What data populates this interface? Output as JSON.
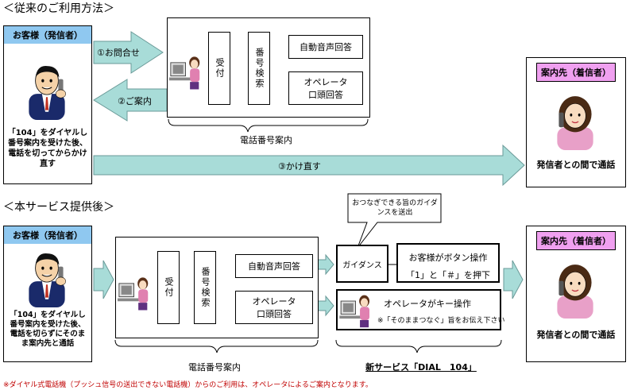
{
  "section1": {
    "title": "＜従来のご利用方法＞",
    "caller_header": "お客様（発信者）",
    "caller_text": "「104」をダイヤルし番号案内を受けた後、電話を切ってからかけ直す",
    "arrow1": "①お問合せ",
    "arrow2": "②ご案内",
    "arrow3": "③かけ直す",
    "reception": "受付",
    "search": "番号検索",
    "auto_voice": "自動音声回答",
    "operator": "オペレータ口頭回答",
    "center_caption": "電話番号案内",
    "dest_header": "案内先（着信者）",
    "dest_text": "発信者との間で通話"
  },
  "section2": {
    "title": "＜本サービス提供後＞",
    "caller_header": "お客様（発信者）",
    "caller_text": "「104」をダイヤルし番号案内を受けた後、電話を切らずにそのまま案内先と通話",
    "reception": "受付",
    "search": "番号検索",
    "auto_voice": "自動音声回答",
    "operator": "オペレータ口頭回答",
    "center_caption": "電話番号案内",
    "callout": "おつなぎできる旨のガイダンスを送出",
    "guidance": "ガイダンス",
    "button_op_line1": "お客様がボタン操作",
    "button_op_line2": "「1」と「＃」を押下",
    "key_op": "オペレータがキー操作",
    "key_op_note": "※「そのままつなぐ」旨をお伝え下さい",
    "new_service_caption": "新サービス「DIAL　104」",
    "dest_header": "案内先（着信者）",
    "dest_text": "発信者との間で通話"
  },
  "footnote": "※ダイヤル式電話機（プッシュ信号の送出できない電話機）からのご利用は、オペレータによるご案内となります。",
  "colors": {
    "caller_header": "#8fc8f0",
    "dest_header": "#f0a0f0",
    "arrow": "#a8dcd8",
    "footnote": "#c00000"
  }
}
